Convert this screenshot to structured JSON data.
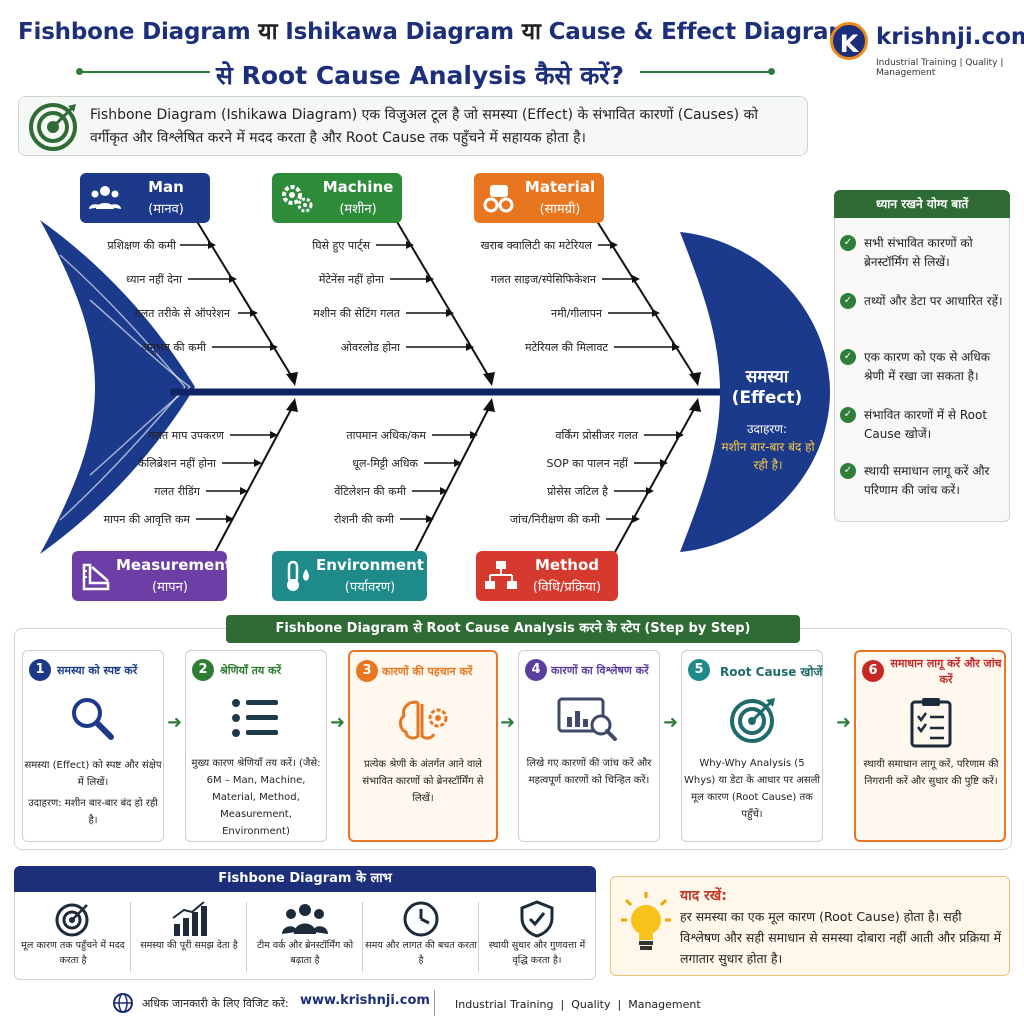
{
  "header": {
    "title_line1_parts": [
      "Fishbone Diagram",
      " या ",
      "Ishikawa Diagram",
      " या ",
      "Cause & Effect Diagram"
    ],
    "title_line2": "से Root Cause Analysis कैसे करें?"
  },
  "logo": {
    "letter": "K",
    "name": "krishnji.com",
    "tagline": "Industrial Training | Quality | Management"
  },
  "intro": {
    "text": "Fishbone Diagram (Ishikawa Diagram) एक विजुअल टूल है जो समस्या (Effect) के संभावित कारणों (Causes) को वर्गीकृत और विश्लेषित करने में मदद करता है और Root Cause तक पहुँचने में सहायक होता है।"
  },
  "categories": [
    {
      "name": "Man",
      "sub": "(मानव)",
      "color": "#1d3a8a",
      "icon": "people-icon",
      "causes": [
        "प्रशिक्षण की कमी",
        "ध्यान नहीं देना",
        "गलत तरीके से ऑपरेशन",
        "अनुभव की कमी"
      ]
    },
    {
      "name": "Machine",
      "sub": "(मशीन)",
      "color": "#2e8b3a",
      "icon": "gears-icon",
      "causes": [
        "घिसे हुए पार्ट्स",
        "मेंटेनेंस नहीं होना",
        "मशीन की सेटिंग गलत",
        "ओवरलोड होना"
      ]
    },
    {
      "name": "Material",
      "sub": "(सामग्री)",
      "color": "#e8761f",
      "icon": "material-rolls-icon",
      "causes": [
        "खराब क्वालिटी का मटेरियल",
        "गलत साइज/स्पेसिफिकेशन",
        "नमी/गीलापन",
        "मटेरियल की मिलावट"
      ]
    },
    {
      "name": "Measurement",
      "sub": "(मापन)",
      "color": "#6d3fa6",
      "icon": "ruler-icon",
      "causes": [
        "गलत माप उपकरण",
        "कैलिब्रेशन नहीं होना",
        "गलत रीडिंग",
        "मापन की आवृत्ति कम"
      ]
    },
    {
      "name": "Environment",
      "sub": "(पर्यावरण)",
      "color": "#1f8a8a",
      "icon": "thermometer-icon",
      "causes": [
        "तापमान अधिक/कम",
        "धूल-मिट्टी अधिक",
        "वेंटिलेशन की कमी",
        "रोशनी की कमी"
      ]
    },
    {
      "name": "Method",
      "sub": "(विधि/प्रक्रिया)",
      "color": "#d63a2f",
      "icon": "flowchart-icon",
      "causes": [
        "वर्किंग प्रोसीजर गलत",
        "SOP का पालन नहीं",
        "प्रोसेस जटिल है",
        "जांच/निरीक्षण की कमी"
      ]
    }
  ],
  "effect": {
    "title": "समस्या",
    "sub": "(Effect)",
    "example_label": "उदाहरण:",
    "example": "मशीन बार-बार बंद हो रही है।"
  },
  "tips": {
    "heading": "ध्यान रखने योग्य बातें",
    "items": [
      "सभी संभावित कारणों को ब्रेनस्टॉर्मिंग से लिखें।",
      "तथ्यों और डेटा पर आधारित रहें।",
      "एक कारण को एक से अधिक श्रेणी में रखा जा सकता है।",
      "संभावित कारणों में से Root Cause खोजें।",
      "स्थायी समाधान लागू करें और परिणाम की जांच करें।"
    ]
  },
  "steps": {
    "heading": "Fishbone Diagram से Root Cause Analysis करने के स्टेप (Step by Step)",
    "items": [
      {
        "num": "1",
        "title": "समस्या को स्पष्ट करें",
        "color": "#1d3a8a",
        "icon": "magnifier-icon",
        "desc": "समस्या (Effect) को स्पष्ट और संक्षेप में लिखें।",
        "desc2": "उदाहरण: मशीन बार-बार बंद हो रही है।"
      },
      {
        "num": "2",
        "title": "श्रेणियाँ तय करें",
        "color": "#2e7d32",
        "icon": "list-icon",
        "desc": "मुख्य कारण श्रेणियाँ तय करें। (जैसे: 6M – Man, Machine, Material, Method, Measurement, Environment)",
        "desc2": ""
      },
      {
        "num": "3",
        "title": "कारणों की पहचान करें",
        "color": "#e8761f",
        "icon": "brain-icon",
        "desc": "प्रत्येक श्रेणी के अंतर्गत आने वाले संभावित कारणों को ब्रेनस्टॉर्मिंग से लिखें।",
        "desc2": ""
      },
      {
        "num": "4",
        "title": "कारणों का विश्लेषण करें",
        "color": "#5b3f9e",
        "icon": "analysis-icon",
        "desc": "लिखे गए कारणों की जांच करें और महत्वपूर्ण कारणों को चिन्हित करें।",
        "desc2": ""
      },
      {
        "num": "5",
        "title": "Root Cause खोजें",
        "color": "#1f8a8a",
        "icon": "target-icon",
        "desc": "Why-Why Analysis (5 Whys) या डेटा के आधार पर असली मूल कारण (Root Cause) तक पहुँचें।",
        "desc2": ""
      },
      {
        "num": "6",
        "title": "समाधान लागू करें और जांच करें",
        "color": "#c62828",
        "icon": "checklist-icon",
        "desc": "स्थायी समाधान लागू करें, परिणाम की निगरानी करें और सुधार की पुष्टि करें।",
        "desc2": ""
      }
    ]
  },
  "benefits": {
    "heading": "Fishbone Diagram के लाभ",
    "items": [
      {
        "icon": "target-icon",
        "text": "मूल कारण तक पहुँचने में मदद करता है"
      },
      {
        "icon": "bar-chart-icon",
        "text": "समस्या की पूरी समझ देता है"
      },
      {
        "icon": "team-icon",
        "text": "टीम वर्क और ब्रेनस्टॉर्मिंग को बढ़ाता है"
      },
      {
        "icon": "clock-icon",
        "text": "समय और लागत की बचत करता है"
      },
      {
        "icon": "shield-check-icon",
        "text": "स्थायी सुधार और गुणवत्ता में वृद्धि करता है।"
      }
    ]
  },
  "remember": {
    "heading": "याद रखें:",
    "text": "हर समस्या का एक मूल कारण (Root Cause) होता है। सही विश्लेषण और सही समाधान से समस्या दोबारा नहीं आती और प्रक्रिया में लगातार सुधार होता है।"
  },
  "footer": {
    "visit_text": "अधिक जानकारी के लिए विजिट करें:",
    "url": "www.krishnji.com",
    "tags": [
      "Industrial Training",
      "Quality",
      "Management"
    ]
  },
  "colors": {
    "navy": "#1d2f7a",
    "green": "#2f6b35",
    "fish": "#1c3a8c",
    "orange": "#e8752a"
  }
}
